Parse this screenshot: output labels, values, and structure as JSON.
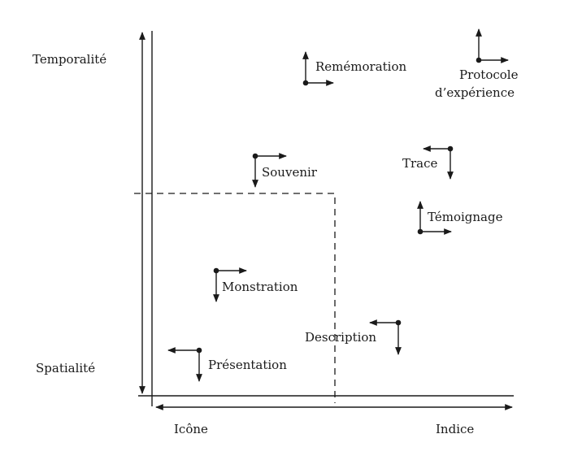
{
  "axes": {
    "temporal_label": "Temporalité",
    "spatial_label": "Spatialité",
    "icon_label": "Icône",
    "index_label": "Indice"
  },
  "terms": {
    "rememoration": "Remémoration",
    "protocole_line1": "Protocole",
    "protocole_line2": "d’expérience",
    "souvenir": "Souvenir",
    "trace": "Trace",
    "temoignage": "Témoignage",
    "monstration": "Monstration",
    "description": "Description",
    "presentation": "Présentation"
  },
  "colors": {
    "ink": "#1a1a1a",
    "paper": "#ffffff"
  }
}
